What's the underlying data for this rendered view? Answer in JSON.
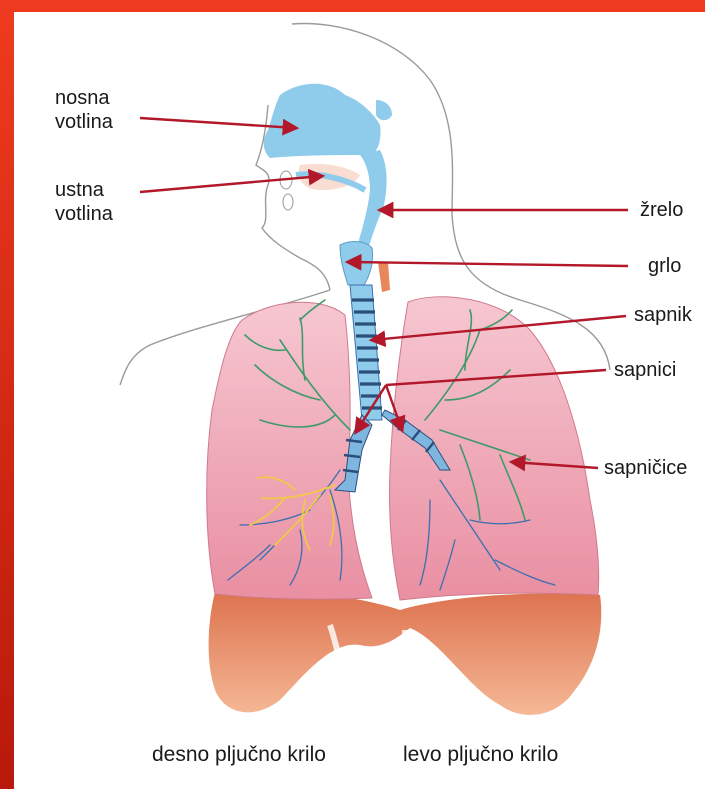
{
  "labels": {
    "nasal_cavity": [
      "nosna",
      "votlina"
    ],
    "oral_cavity": [
      "ustna",
      "votlina"
    ],
    "pharynx": "žrelo",
    "larynx": "grlo",
    "trachea": "sapnik",
    "bronchi": "sapnici",
    "bronchioles": "sapničice",
    "right_lung": "desno pljučno krilo",
    "left_lung": "levo pljučno krilo"
  },
  "colors": {
    "frame": "#e8341c",
    "airway_blue": "#8fcbea",
    "lung_pink": "#f2b3c0",
    "diaphragm_orange": "#e8875a",
    "bronchiole_green": "#3f9a6a",
    "arrow_red": "#b3182a"
  }
}
